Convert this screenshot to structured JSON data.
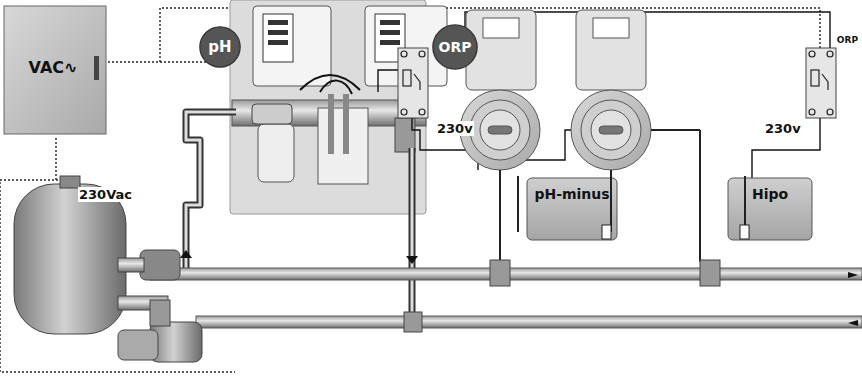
{
  "diagram": {
    "nodes": [
      {
        "text": [
          "VAC∿"
        ]
      },
      {
        "text": [
          "pH"
        ]
      },
      {
        "text": [
          "ORP"
        ]
      },
      {
        "text": [
          "pH-minus"
        ]
      },
      {
        "text": [
          "Hipo"
        ]
      }
    ],
    "labels": [
      "230Vac",
      "230v",
      "230v",
      "ORP"
    ]
  }
}
